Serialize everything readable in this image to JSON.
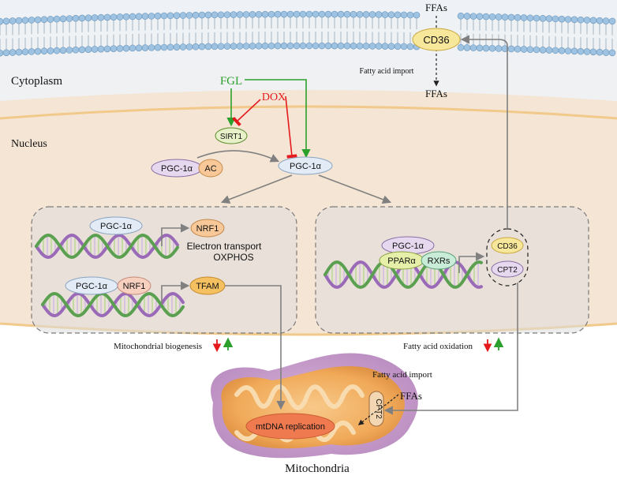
{
  "regions": {
    "cytoplasm": "Cytoplasm",
    "nucleus": "Nucleus",
    "mitochondria": "Mitochondria"
  },
  "membrane": {
    "ffas_top": "FFAs",
    "cd36": "CD36",
    "fatty_acid_import": "Fatty acid import",
    "ffas_inside": "FFAs"
  },
  "regulators": {
    "fgl": "FGL",
    "dox": "DOX",
    "sirt1": "SIRT1",
    "pgc_ac": "PGC-1α",
    "ac": "AC",
    "pgc_active": "PGC-1α"
  },
  "biogenesis_box": {
    "pgc_top": "PGC-1α",
    "nrf1_target": "NRF1",
    "electron_transport": "Electron transport",
    "oxphos": "OXPHOS",
    "pgc_bottom": "PGC-1α",
    "nrf1_bottom": "NRF1",
    "tfam": "TFAM",
    "caption": "Mitochondrial biogenesis"
  },
  "oxidation_box": {
    "pgc": "PGC-1α",
    "ppar": "PPARα",
    "rxr": "RXRs",
    "cd36": "CD36",
    "cpt2": "CPT2",
    "caption": "Fatty acid oxidation"
  },
  "mito": {
    "fatty_acid_import": "Fatty acid import",
    "ffas": "FFAs",
    "cpt2": "CPT2",
    "mtdna": "mtDNA replication"
  },
  "colors": {
    "activate": "#2ca02c",
    "inhibit": "#e41a1c",
    "arrow": "#808080",
    "nucleus_fill": "#f6e6d8",
    "membrane_head": "#9ec3e2",
    "mito_fill": "#f0b060"
  }
}
